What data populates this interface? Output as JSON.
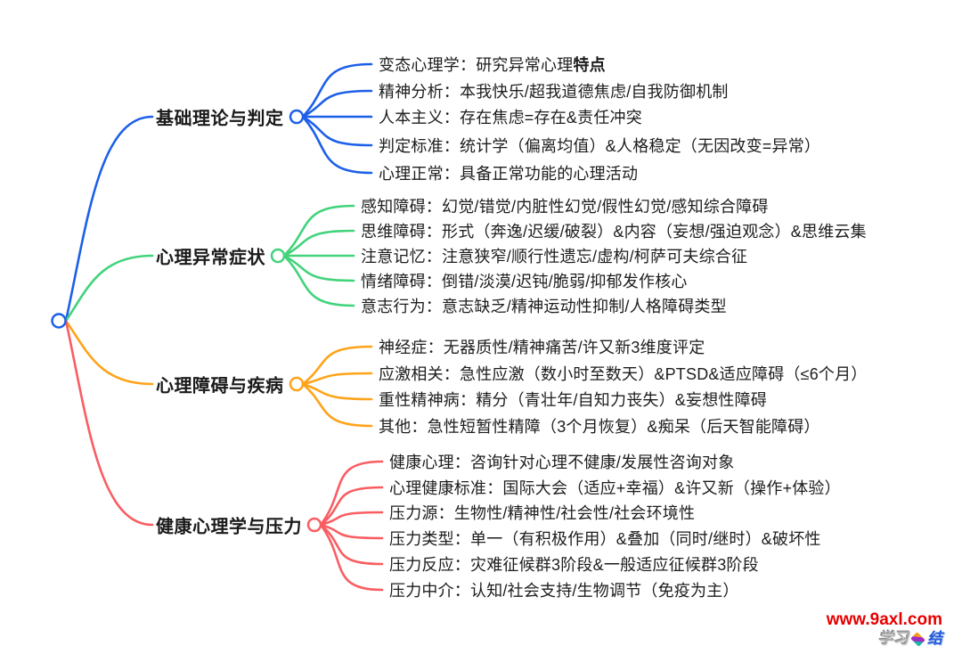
{
  "colors": {
    "blue": "#1C5FE8",
    "green": "#42D37C",
    "orange": "#FFA318",
    "red": "#F95D62",
    "text": "#1D1D1D",
    "watermark_red": "#E60000",
    "background": "#FFFFFF"
  },
  "watermark": {
    "url": "www.9axl.com",
    "logo_text": "学习",
    "logo_badge": "结"
  },
  "chart_data": {
    "type": "mindmap",
    "root": "",
    "branches": [
      {
        "label": "基础理论与判定",
        "color": "#1C5FE8"
      },
      {
        "label": "心理异常症状",
        "color": "#42D37C"
      },
      {
        "label": "心理障碍与疾病",
        "color": "#FFA318"
      },
      {
        "label": "健康心理学与压力",
        "color": "#F95D62"
      }
    ]
  },
  "branches": [
    {
      "label": "基础理论与判定",
      "color": "#1C5FE8",
      "leaves": [
        {
          "text": "变态心理学：研究异常心理",
          "bold": "特点"
        },
        {
          "text": "精神分析：本我快乐/超我道德焦虑/自我防御机制"
        },
        {
          "text": "人本主义：存在焦虑=存在&责任冲突"
        },
        {
          "text": "判定标准：统计学（偏离均值）&人格稳定（无因改变=异常）"
        },
        {
          "text": "心理正常：具备正常功能的心理活动"
        }
      ]
    },
    {
      "label": "心理异常症状",
      "color": "#42D37C",
      "leaves": [
        {
          "text": "感知障碍：幻觉/错觉/内脏性幻觉/假性幻觉/感知综合障碍"
        },
        {
          "text": "思维障碍：形式（奔逸/迟缓/破裂）&内容（妄想/强迫观念）&思维云集"
        },
        {
          "text": "注意记忆：注意狭窄/顺行性遗忘/虚构/柯萨可夫综合征"
        },
        {
          "text": "情绪障碍：倒错/淡漠/迟钝/脆弱/抑郁发作核心"
        },
        {
          "text": "意志行为：意志缺乏/精神运动性抑制/人格障碍类型"
        }
      ]
    },
    {
      "label": "心理障碍与疾病",
      "color": "#FFA318",
      "leaves": [
        {
          "text": "神经症：无器质性/精神痛苦/许又新3维度评定"
        },
        {
          "text": "应激相关：急性应激（数小时至数天）&PTSD&适应障碍（≤6个月）"
        },
        {
          "text": "重性精神病：精分（青壮年/自知力丧失）&妄想性障碍"
        },
        {
          "text": "其他：急性短暂性精障（3个月恢复）&痴呆（后天智能障碍）"
        }
      ]
    },
    {
      "label": "健康心理学与压力",
      "color": "#F95D62",
      "leaves": [
        {
          "text": "健康心理：咨询针对心理不健康/发展性咨询对象"
        },
        {
          "text": "心理健康标准：国际大会（适应+幸福）&许又新（操作+体验）"
        },
        {
          "text": "压力源：生物性/精神性/社会性/社会环境性"
        },
        {
          "text": "压力类型：单一（有积极作用）&叠加（同时/继时）&破坏性"
        },
        {
          "text": "压力反应：灾难征候群3阶段&一般适应征候群3阶段"
        },
        {
          "text": "压力中介：认知/社会支持/生物调节（免疫为主）"
        }
      ]
    }
  ]
}
